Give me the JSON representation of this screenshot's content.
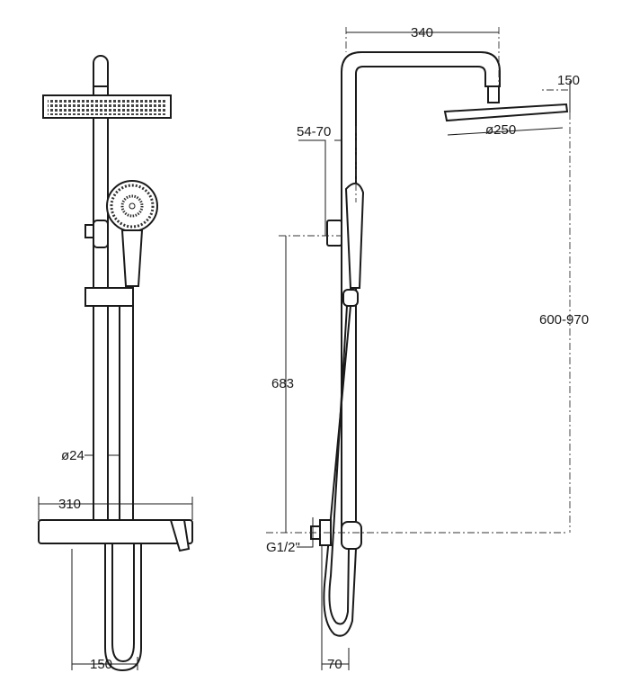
{
  "dimensions": {
    "arm_length": "340",
    "head_drop": "150",
    "wall_offset": "54-70",
    "head_diameter": "ø250",
    "height_range": "600-970",
    "outlet_height": "683",
    "pipe_diameter": "ø24",
    "mixer_width": "310",
    "connection_thread": "G1/2\"",
    "mixer_depth": "70",
    "connection_spacing": "150"
  },
  "colors": {
    "line": "#1a1a1a",
    "background": "#ffffff"
  }
}
